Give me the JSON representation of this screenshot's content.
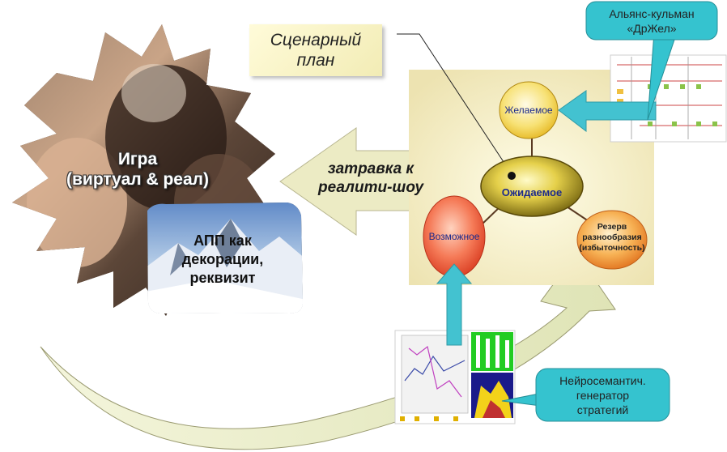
{
  "scenario_box": {
    "line1": "Сценарный",
    "line2": "план"
  },
  "game": {
    "line1": "Игра",
    "line2": "(виртуал & реал)"
  },
  "app_box": {
    "line1": "АПП как",
    "line2": "декорации,",
    "line3": "реквизит"
  },
  "teaser": {
    "line1": "затравка к",
    "line2": "реалити-шоу"
  },
  "diagram": {
    "center": "Ожидаемое",
    "desired": "Желаемое",
    "possible": "Возможное",
    "reserve": {
      "line1": "Резерв",
      "line2": "разнообразия",
      "line3": "(избыточность)"
    }
  },
  "callout_top": {
    "line1": "Альянс-кульман",
    "line2": "«ДрЖел»"
  },
  "callout_bottom": {
    "line1": "Нейросемантич.",
    "line2": "генератор",
    "line3": "стратегий"
  },
  "colors": {
    "arrow_teal": "#43c2d0",
    "callout_teal": "#35c3cf",
    "panel_bg": "#fbf6d8",
    "teaser_arrow": "#ecebc4",
    "curve_arrow": "#e7ebc5",
    "center_node": "#9a8a1a",
    "desired_node": "#f4d23a",
    "possible_node": "#f15a3f",
    "reserve_node": "#f0852c"
  },
  "icons": [
    "starburst-frame",
    "photo-background",
    "mountain-photo",
    "chart-thumbnail",
    "flowchart-thumbnail"
  ]
}
